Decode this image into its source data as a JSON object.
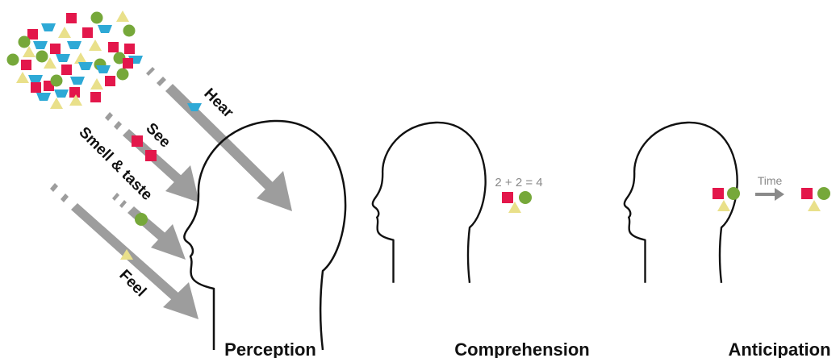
{
  "colors": {
    "red": "#e3174b",
    "green": "#76a83a",
    "blue": "#2ea9d6",
    "yellow": "#e9e08a",
    "arrow": "#9d9d9d",
    "outline": "#111111",
    "label": "#111111",
    "formula": "#8a8a8a"
  },
  "senses": {
    "hear": "Hear",
    "see": "See",
    "smell_taste": "Smell & taste",
    "feel": "Feel"
  },
  "comprehension": {
    "formula": "2 + 2 = 4"
  },
  "anticipation": {
    "time": "Time"
  },
  "labels": {
    "perception": "Perception",
    "comprehension": "Comprehension",
    "anticipation": "Anticipation"
  }
}
